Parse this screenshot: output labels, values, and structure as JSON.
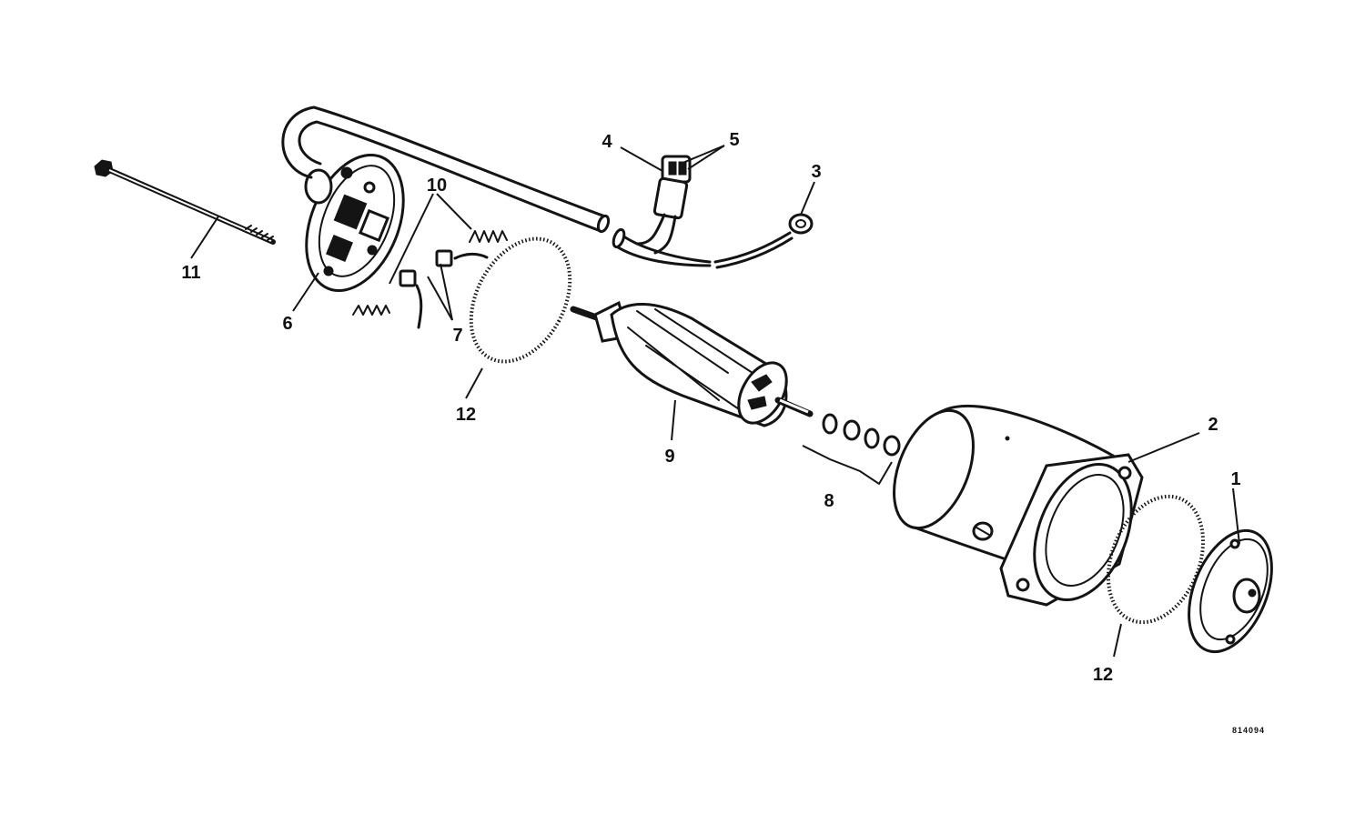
{
  "labels": {
    "p1": "1",
    "p2": "2",
    "p3": "3",
    "p4": "4",
    "p5": "5",
    "p6": "6",
    "p7": "7",
    "p8": "8",
    "p9": "9",
    "p10": "10",
    "p11": "11",
    "p12a": "12",
    "p12b": "12"
  },
  "ref_code": "814094",
  "colors": {
    "ink": "#141414",
    "paper": "#ffffff"
  }
}
